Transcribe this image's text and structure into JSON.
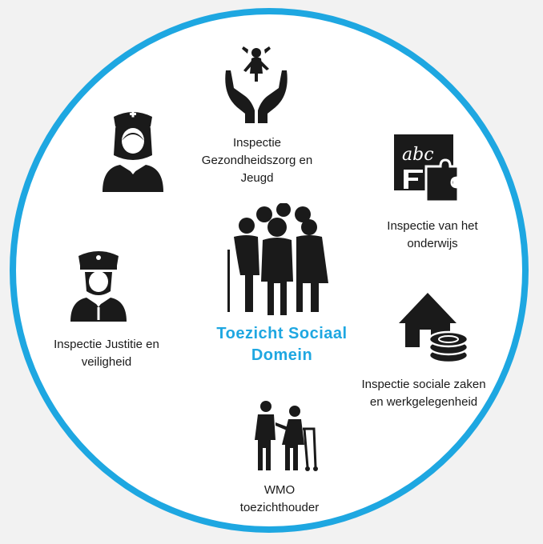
{
  "center": {
    "title": "Toezicht Sociaal\nDomein"
  },
  "nodes": [
    {
      "id": "gezondheidszorg",
      "label": "Inspectie\nGezondheidszorg en\nJeugd",
      "icon": "hands-child-icon"
    },
    {
      "id": "onderwijs",
      "label": "Inspectie van het\nonderwijs",
      "icon": "abc-puzzle-icon"
    },
    {
      "id": "szw",
      "label": "Inspectie sociale zaken\nen werkgelegenheid",
      "icon": "house-coins-icon"
    },
    {
      "id": "wmo",
      "label": "WMO\ntoezichthouder",
      "icon": "caregiver-walker-icon"
    },
    {
      "id": "justitie",
      "label": "Inspectie Justitie en\nveiligheid",
      "icon": "police-officer-icon"
    },
    {
      "id": "nurse",
      "label": "",
      "icon": "nurse-icon"
    }
  ],
  "colors": {
    "ring": "#1ea7e1",
    "title": "#1ea7e1",
    "icon": "#1a1a1a",
    "text": "#1a1a1a"
  }
}
